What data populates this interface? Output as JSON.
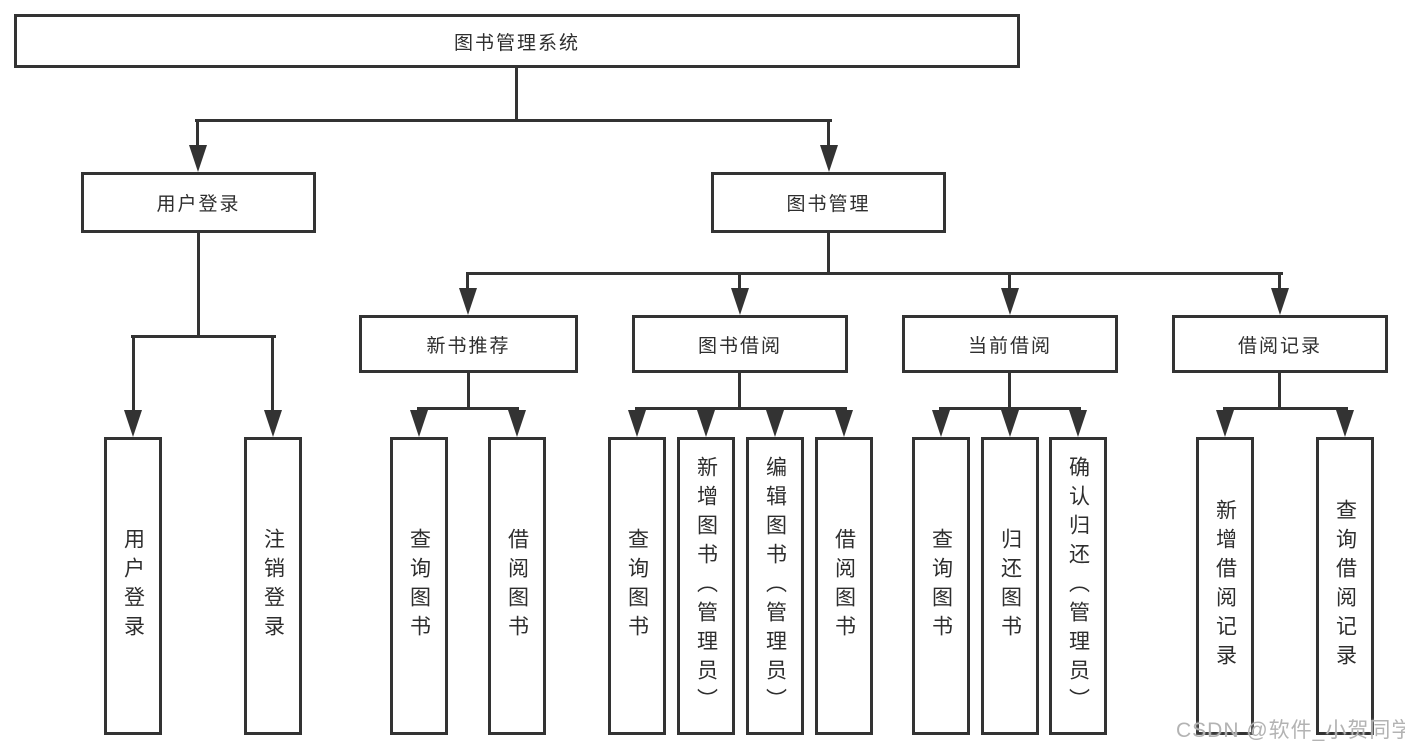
{
  "tree": {
    "label": "图书管理系统",
    "children": [
      {
        "label": "用户登录",
        "children": [
          {
            "label": "用户登录"
          },
          {
            "label": "注销登录"
          }
        ]
      },
      {
        "label": "图书管理",
        "children": [
          {
            "label": "新书推荐",
            "children": [
              {
                "label": "查询图书"
              },
              {
                "label": "借阅图书"
              }
            ]
          },
          {
            "label": "图书借阅",
            "children": [
              {
                "label": "查询图书"
              },
              {
                "label": "新增图书（管理员）"
              },
              {
                "label": "编辑图书（管理员）"
              },
              {
                "label": "借阅图书"
              }
            ]
          },
          {
            "label": "当前借阅",
            "children": [
              {
                "label": "查询图书"
              },
              {
                "label": "归还图书"
              },
              {
                "label": "确认归还（管理员）"
              }
            ]
          },
          {
            "label": "借阅记录",
            "children": [
              {
                "label": "新增借阅记录"
              },
              {
                "label": "查询借阅记录"
              }
            ]
          }
        ]
      }
    ]
  },
  "watermark": {
    "text": "CSDN @软件_小贺同学"
  },
  "colors": {
    "line": "#333333",
    "text": "#2e2e2e",
    "watermark": "#b3b3b3",
    "background": "#ffffff"
  }
}
